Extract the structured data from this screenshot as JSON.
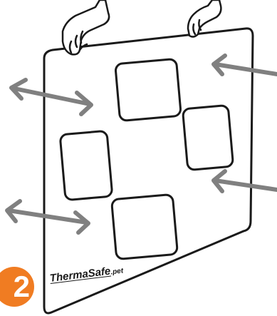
{
  "step": {
    "number": "2",
    "badge_color": "#f07c22"
  },
  "brand": {
    "name": "ThermaSafe",
    "suffix": ".pet"
  },
  "colors": {
    "outline": "#1a1a1a",
    "arrow": "#808080",
    "background": "#ffffff"
  },
  "icons": {
    "hands": "hand-grip-icon",
    "arrows": "double-arrow-icon"
  }
}
